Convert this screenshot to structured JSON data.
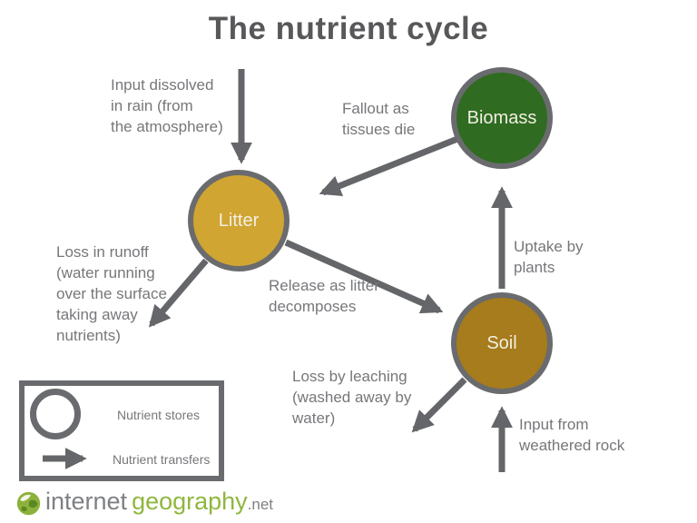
{
  "title": "The nutrient cycle",
  "nodes": {
    "biomass": {
      "label": "Biomass",
      "fill": "#2f6b21"
    },
    "litter": {
      "label": "Litter",
      "fill": "#d0a532"
    },
    "soil": {
      "label": "Soil",
      "fill": "#a67c1c"
    }
  },
  "flows": {
    "input_rain": "Input dissolved\nin rain (from\nthe atmosphere)",
    "fallout": "Fallout as\ntissues die",
    "runoff": "Loss in runoff\n(water running\nover the surface\ntaking away\nnutrients)",
    "release": "Release as litter\ndecomposes",
    "uptake": "Uptake by\nplants",
    "leaching": "Loss by leaching\n(washed away by\nwater)",
    "weathered": "Input from\nweathered rock"
  },
  "legend": {
    "stores_label": "Nutrient stores",
    "transfers_label": "Nutrient transfers"
  },
  "logo": {
    "word1": "internet",
    "word2": "geography",
    "word3": ".net"
  },
  "colors": {
    "arrow": "#656669",
    "node_border": "#6a6b6e",
    "title_text": "#58585b",
    "label_text": "#76777a",
    "node_text": "#f2efe2",
    "logo_gray": "#7f8083",
    "logo_green": "#8fb73e"
  }
}
